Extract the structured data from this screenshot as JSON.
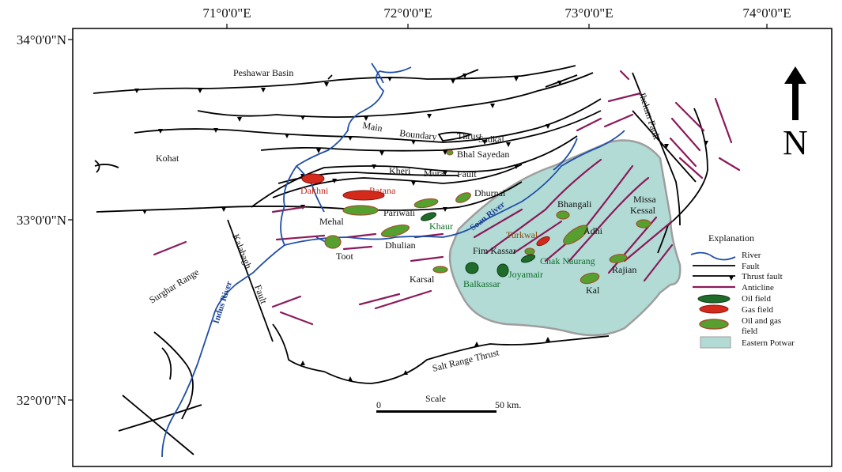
{
  "coordinates": {
    "lon": [
      "71°0'0\"E",
      "72°0'0\"E",
      "73°0'0\"E",
      "74°0'0\"E"
    ],
    "lat": [
      "34°0'0\"N",
      "33°0'0\"N",
      "32°0'0\"N"
    ]
  },
  "regions": {
    "peshawar_basin": "Peshawar Basin",
    "kohat": "Kohat",
    "surghar_range": "Surghar Range"
  },
  "structures": {
    "mbt_main": "Main",
    "mbt_boundary": "Boundary",
    "mbt_thrust": "Thrust",
    "kmf_kheri": "Kheri",
    "kmf_murat": "Murat",
    "kmf_fault": "Fault",
    "jhelum_fault": "Jhelum Fault",
    "kalabagh": "Kalabagh",
    "kalabagh_fault": "Fault",
    "salt_range_thrust": "Salt Range Thrust"
  },
  "rivers": {
    "indus": "Indus River",
    "soan": "Soan River"
  },
  "fields": {
    "sadkal": "Sadkal",
    "bhal_sayedan": "Bhal Sayedan",
    "dakhni": "Dakhni",
    "ratana": "Ratana",
    "dhurnal": "Dhurnal",
    "mehal": "Mehal",
    "pariwali": "Pariwali",
    "khaur": "Khaur",
    "bhangali": "Bhangali",
    "missa_kessal_1": "Missa",
    "missa_kessal_2": "Kessal",
    "adhi": "Adhi",
    "turkwal": "Turkwal",
    "dhulian": "Dhulian",
    "toot": "Toot",
    "fim_kassar": "Fim Kassar",
    "chak_naurang": "Chak Naurang",
    "joyamair": "Joyamair",
    "rajian": "Rajian",
    "karsal": "Karsal",
    "balkassar": "Balkassar",
    "kal": "Kal"
  },
  "scale": {
    "title": "Scale",
    "start": "0",
    "end": "50 km."
  },
  "north_arrow": {
    "label": "N",
    "icon": "north-arrow-icon"
  },
  "legend": {
    "title": "Explanation",
    "items": {
      "river": "River",
      "fault": "Fault",
      "thrust": "Thrust fault",
      "anticline": "Anticline",
      "oil": "Oil field",
      "gas": "Gas field",
      "oil_gas_1": "Oil and gas",
      "oil_gas_2": "field",
      "potwar": "Eastern Potwar"
    }
  },
  "colors": {
    "river": "#1f4fa6",
    "anticline": "#8b1a5a",
    "oil": "#1e6b2a",
    "gas": "#d42a1c",
    "oil_gas_fill": "#55a02e",
    "oil_gas_stroke": "#a0522d",
    "eastern_potwar": "#b2dbd5"
  }
}
